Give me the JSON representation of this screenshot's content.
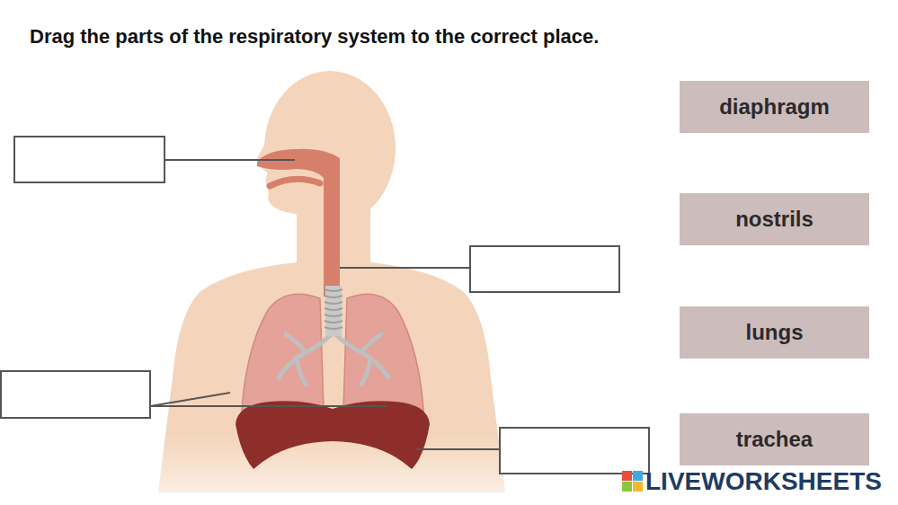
{
  "diagram": {
    "title": "Drag the parts of the respiratory system to the correct place.",
    "nodes": [
      {
        "text": [
          "diaphragm"
        ]
      },
      {
        "text": [
          "nostrils"
        ]
      },
      {
        "text": [
          "lungs"
        ]
      },
      {
        "text": [
          "trachea"
        ]
      }
    ],
    "labels": [
      "LIVEWORKSHEETS"
    ]
  }
}
